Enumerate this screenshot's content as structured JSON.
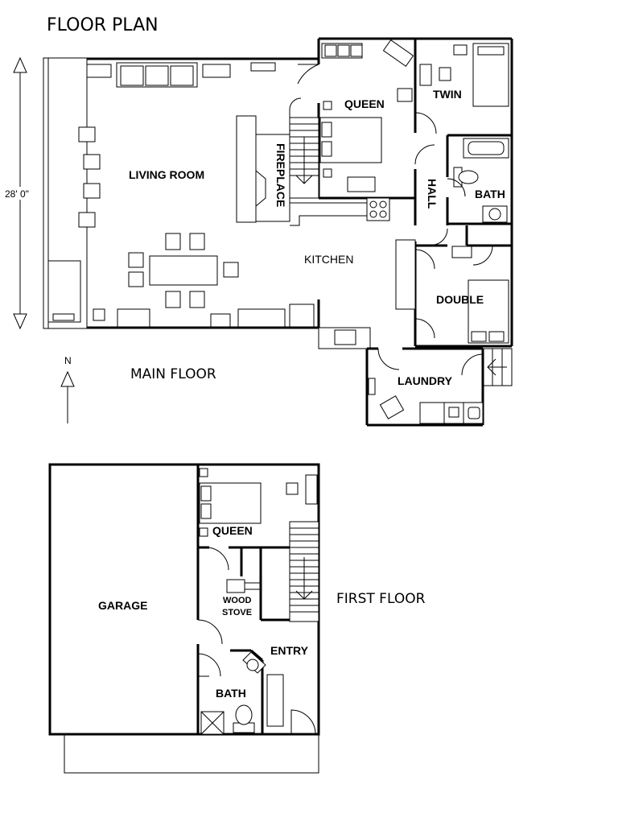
{
  "title": "FLOOR PLAN",
  "main_floor": {
    "name": "MAIN FLOOR",
    "dimension": "28' 0\"",
    "rooms": {
      "living_room": "LIVING ROOM",
      "fireplace": "FIREPLACE",
      "queen": "QUEEN",
      "twin": "TWIN",
      "hall": "HALL",
      "bath": "BATH",
      "kitchen": "KITCHEN",
      "double": "DOUBLE",
      "laundry": "LAUNDRY"
    },
    "north": "N"
  },
  "first_floor": {
    "name": "FIRST FLOOR",
    "rooms": {
      "garage": "GARAGE",
      "queen": "QUEEN",
      "wood_stove_1": "WOOD",
      "wood_stove_2": "STOVE",
      "entry": "ENTRY",
      "bath": "BATH"
    }
  }
}
